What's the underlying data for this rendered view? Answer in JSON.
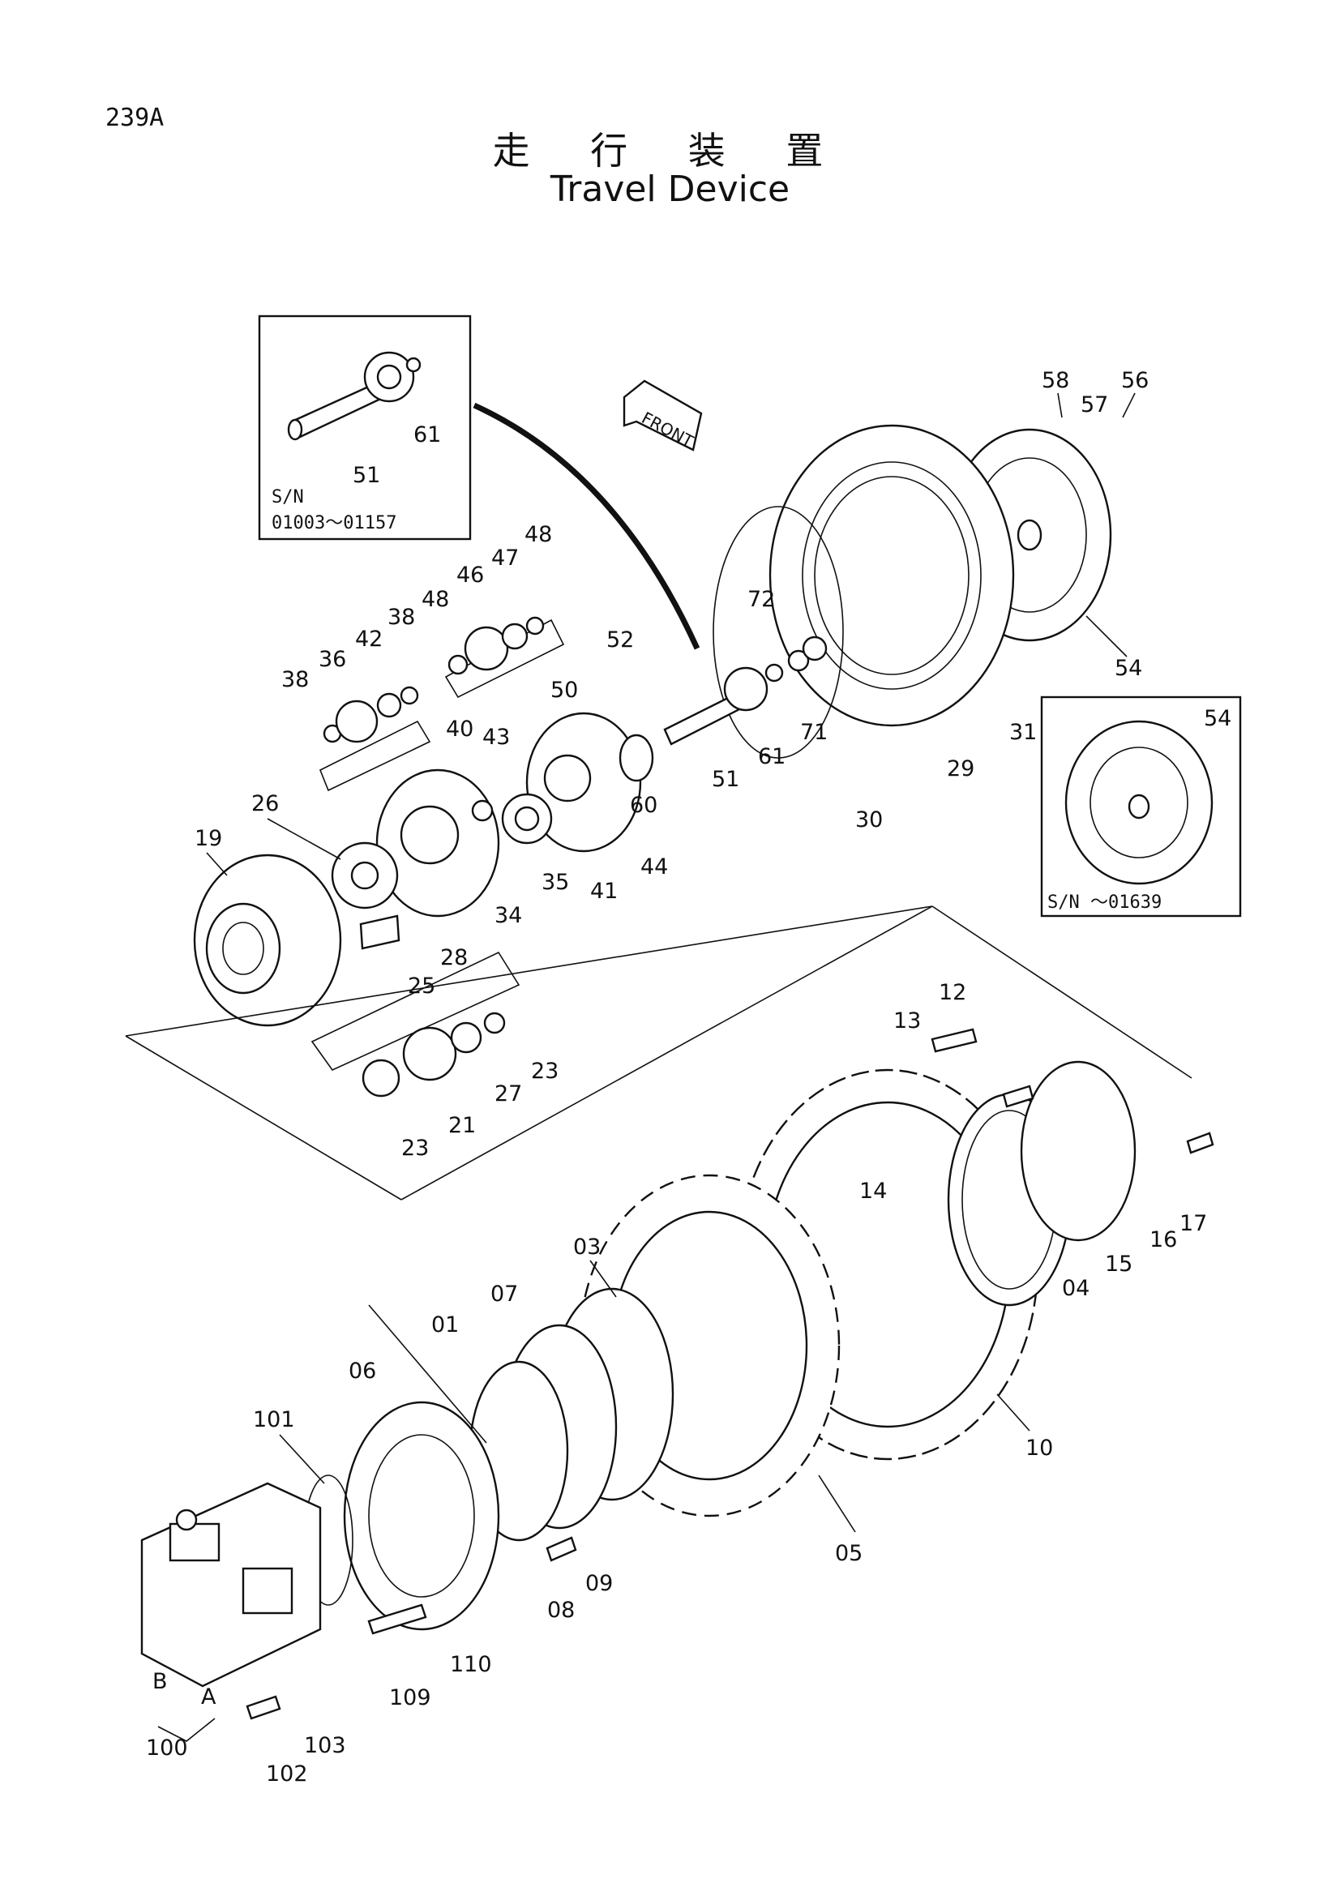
{
  "page_number": "239A",
  "title_jp": "走 行 装 置",
  "title_en": "Travel Device",
  "front_label": "FRONT",
  "inset_top": {
    "serial_label": "S/N",
    "serial_range": "01003～01157",
    "parts": [
      "51",
      "61"
    ]
  },
  "inset_right": {
    "serial_text": "S/N ～01639",
    "parts": [
      "54"
    ]
  },
  "part_labels": [
    "58",
    "57",
    "56",
    "54",
    "72",
    "71",
    "61",
    "51",
    "52",
    "50",
    "48",
    "47",
    "46",
    "42",
    "38",
    "36",
    "40",
    "43",
    "60",
    "30",
    "29",
    "31",
    "26",
    "19",
    "35",
    "41",
    "44",
    "34",
    "28",
    "25",
    "23",
    "27",
    "21",
    "12",
    "13",
    "14",
    "17",
    "16",
    "15",
    "04",
    "03",
    "07",
    "01",
    "06",
    "101",
    "10",
    "05",
    "09",
    "08",
    "110",
    "109",
    "A",
    "B",
    "100",
    "102",
    "103"
  ]
}
